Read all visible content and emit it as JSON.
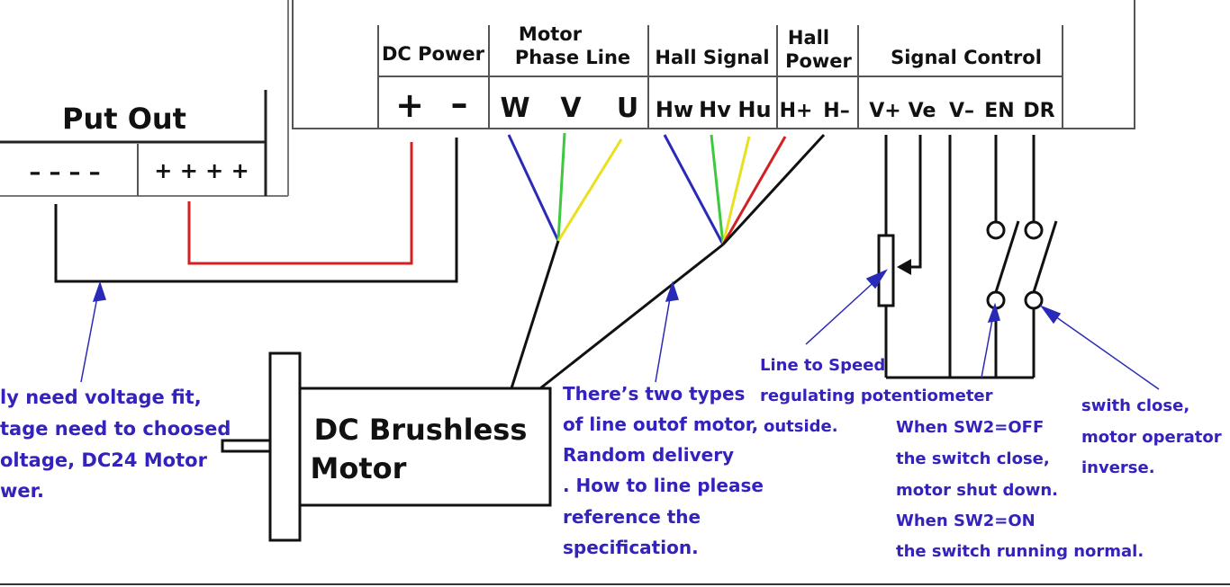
{
  "controller": {
    "groups": [
      {
        "id": "dc",
        "label": [
          "DC Power"
        ],
        "terminals": [
          "+",
          "–"
        ]
      },
      {
        "id": "motor",
        "label": [
          "Motor",
          "Phase Line"
        ],
        "terminals": [
          "W",
          "V",
          "U"
        ]
      },
      {
        "id": "hall",
        "label": [
          "Hall Signal"
        ],
        "terminals": [
          "Hw",
          "Hv",
          "Hu"
        ]
      },
      {
        "id": "hallpower",
        "label": [
          "Hall",
          "Power"
        ],
        "terminals": [
          "H+",
          "H–"
        ]
      },
      {
        "id": "signal",
        "label": [
          "Signal Control"
        ],
        "terminals": [
          "V+",
          "Ve",
          "V–",
          "EN",
          "DR"
        ]
      }
    ]
  },
  "power_supply": {
    "title": "Put Out",
    "negative_marks": "–  –  –  –",
    "positive_marks": "+ + + +"
  },
  "motor": {
    "label_line1": "DC Brushless",
    "label_line2": "Motor"
  },
  "notes": {
    "power": [
      "ly need voltage fit,",
      "tage need to choosed",
      "oltage, DC24 Motor",
      "wer."
    ],
    "motor_lines": [
      "There’s two types",
      "of line outof motor,",
      "Random delivery",
      ". How to line please",
      "reference the",
      "specification."
    ],
    "speed": [
      "Line to Speed",
      "regulating potentiometer",
      "outside."
    ],
    "switch_en": [
      "When SW2=OFF",
      "the switch close,",
      "motor shut down.",
      "When SW2=ON",
      "the switch running normal."
    ],
    "switch_dr": [
      "swith close,",
      "motor operator",
      "inverse."
    ]
  },
  "colors": {
    "wire_black": "#111111",
    "wire_red": "#d42020",
    "wire_blue": "#2a2ab8",
    "wire_green": "#3ec83e",
    "wire_yellow": "#e8e020",
    "note_text": "#3322bb"
  }
}
